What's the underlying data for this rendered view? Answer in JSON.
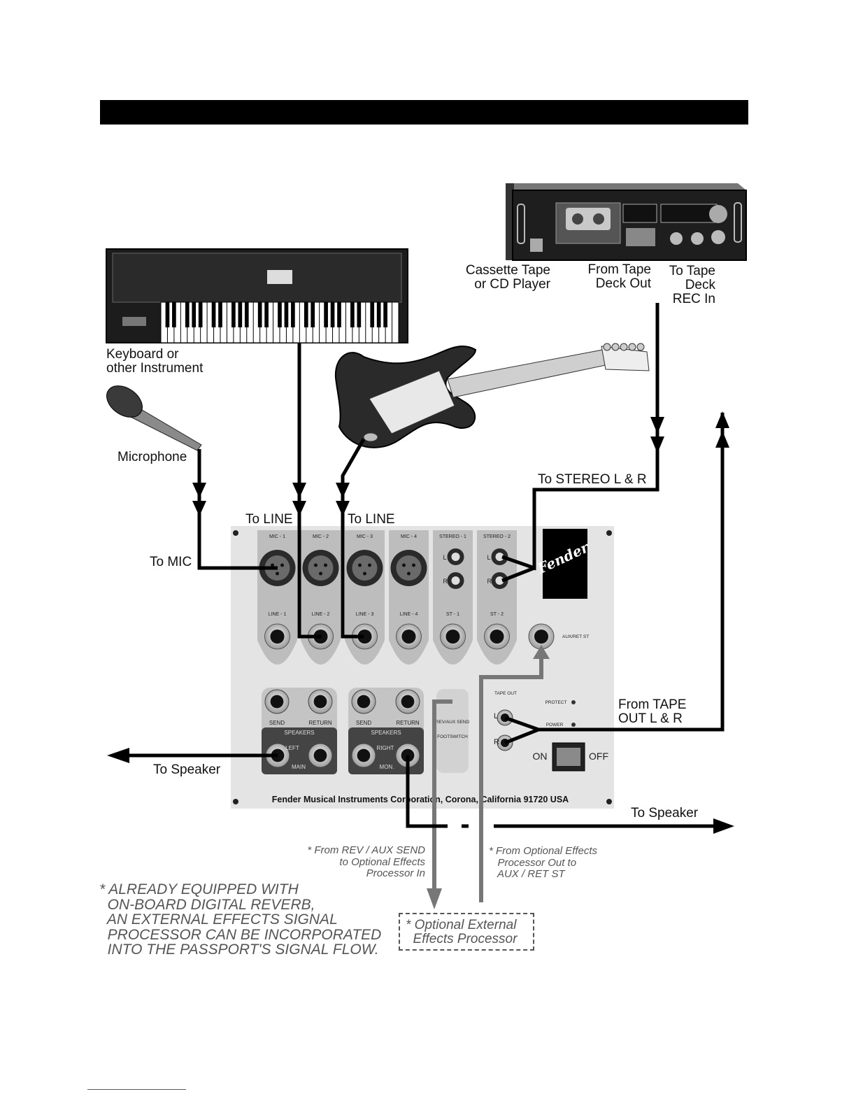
{
  "labels": {
    "cassette": "Cassette Tape\nor CD Player",
    "from_tape": "From Tape\nDeck Out",
    "to_tape": "To Tape\nDeck\nREC In",
    "keyboard": "Keyboard or\nother Instrument",
    "microphone": "Microphone",
    "to_stereo": "To STEREO L & R",
    "to_line_1": "To LINE",
    "to_line_2": "To LINE",
    "to_mic": "To MIC",
    "from_tape_out": "From TAPE\nOUT L & R",
    "to_speaker_left": "To Speaker",
    "to_speaker_right": "To Speaker"
  },
  "panel": {
    "channels": [
      "MIC - 1",
      "MIC - 2",
      "MIC - 3",
      "MIC - 4",
      "STEREO - 1",
      "STEREO - 2"
    ],
    "lines": [
      "LINE - 1",
      "LINE - 2",
      "LINE - 3",
      "LINE - 4",
      "ST - 1",
      "ST - 2"
    ],
    "aux_ret": "AUX/RET ST",
    "send": "SEND",
    "return": "RETURN",
    "speakers": "SPEAKERS",
    "left": "LEFT",
    "right": "RIGHT",
    "main": "MAIN",
    "mon": "MON.",
    "rev_aux_send": "REV/AUX SEND",
    "footswitch": "FOOTSWITCH",
    "tape_out": "TAPE OUT",
    "protect": "PROTECT",
    "power": "POWER",
    "on": "ON",
    "off": "OFF",
    "jack_l": "L",
    "jack_r": "R",
    "footer": "Fender Musical Instruments Corporation, Corona, California  91720  USA",
    "brand": "Fender"
  },
  "notes": {
    "rev_send": "* From REV / AUX SEND\nto Optional Effects\nProcessor In",
    "fx_out": "* From Optional Effects\n   Processor Out to\n   AUX / RET ST",
    "already": "* ALREADY EQUIPPED WITH\n  ON-BOARD DIGITAL REVERB,\n  AN EXTERNAL EFFECTS SIGNAL\n  PROCESSOR CAN BE INCORPORATED\n  INTO THE PASSPORT'S SIGNAL FLOW.",
    "fx_box": "* Optional External\n  Effects Processor"
  },
  "colors": {
    "cable": "#000000",
    "effects_cable": "#777777",
    "panel": "#e4e4e4",
    "channel_strip": "#bdbdbd"
  }
}
